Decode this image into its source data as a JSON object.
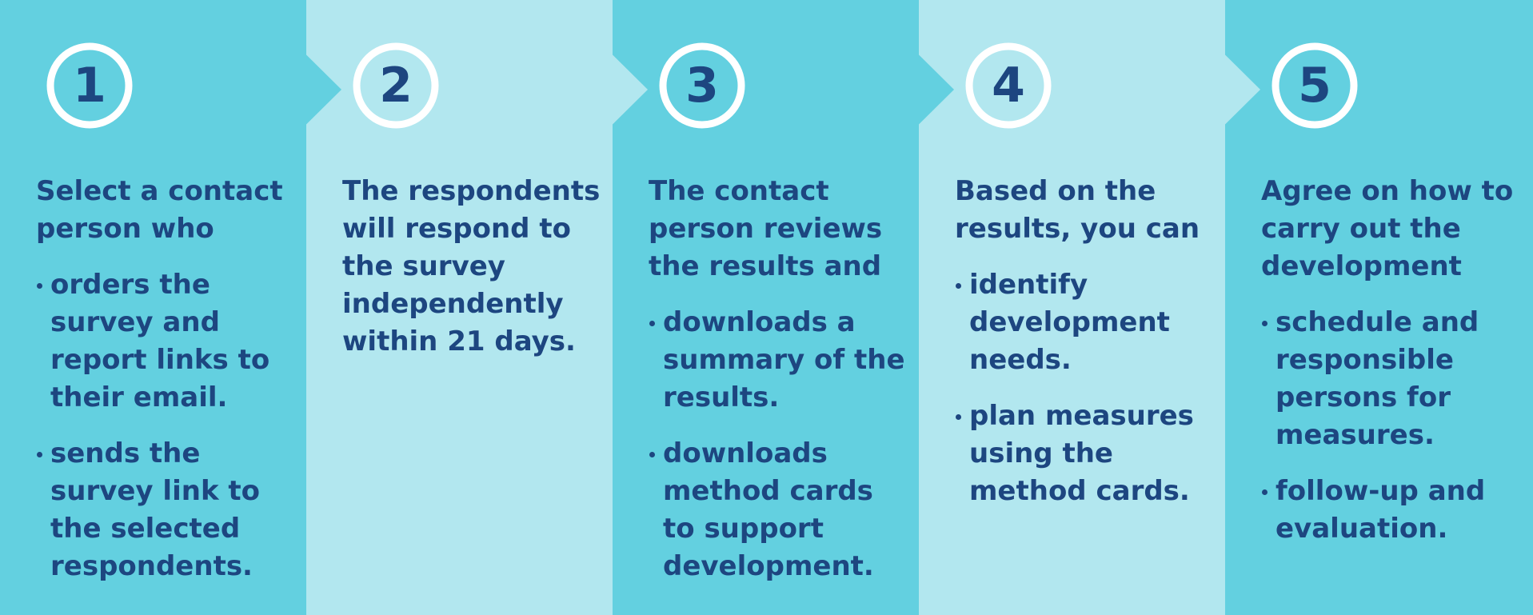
{
  "colors": {
    "dark_band": "#63d0e0",
    "light_band": "#b2e7ef",
    "text": "#1d4680",
    "circle": "#ffffff"
  },
  "steps": [
    {
      "number": "1",
      "intro": "Select a contact person who",
      "bullets": [
        "orders the survey and report links to their email.",
        "sends the survey link to the selected respondents."
      ]
    },
    {
      "number": "2",
      "intro": "The respondents will respond to the survey independently within 21 days.",
      "bullets": []
    },
    {
      "number": "3",
      "intro": "The contact person reviews the results and",
      "bullets": [
        "downloads a summary of the results.",
        "downloads method cards to support development."
      ]
    },
    {
      "number": "4",
      "intro": "Based on the results, you can",
      "bullets": [
        "identify development needs.",
        "plan measures using the method cards."
      ]
    },
    {
      "number": "5",
      "intro": "Agree on how to carry out the development",
      "bullets": [
        "schedule and responsible persons for measures.",
        "follow-up and evaluation."
      ]
    }
  ]
}
